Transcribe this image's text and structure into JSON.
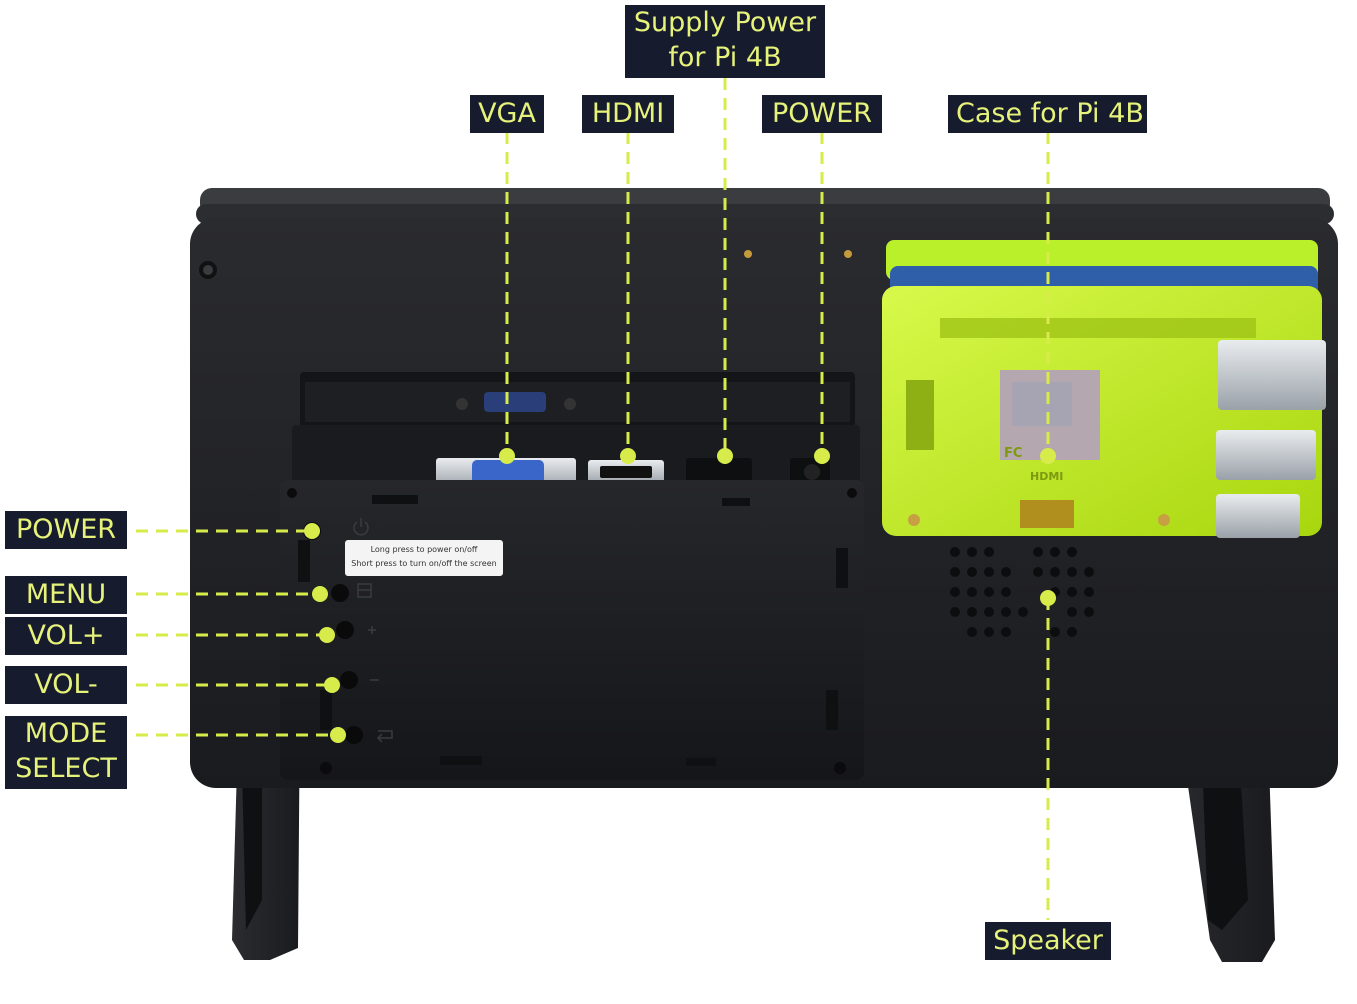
{
  "callouts": {
    "supply_power_line1": "Supply Power",
    "supply_power_line2": "for Pi 4B",
    "vga": "VGA",
    "hdmi": "HDMI",
    "power_top": "POWER",
    "case": "Case for Pi 4B",
    "power_side": "POWER",
    "menu": "MENU",
    "vol_plus": "VOL+",
    "vol_minus": "VOL-",
    "mode_line1": "MODE",
    "mode_line2": "SELECT",
    "speaker": "Speaker"
  },
  "device_labels": {
    "note_line1": "Long press to power on/off",
    "note_line2": "Short press to turn on/off the screen",
    "case_text_hdmi": "HDMI",
    "case_text_fc": "FC"
  },
  "colors": {
    "callout_bg": "#161b2e",
    "callout_text": "#e6f27a",
    "leader_line": "#d7ec4a",
    "case_green": "#c6f21c",
    "panel_black": "#1c1d20"
  },
  "icons": {
    "power_button_symbol": "power-icon",
    "menu_button_symbol": "menu-icon",
    "vol_plus_symbol": "plus-icon",
    "vol_minus_symbol": "minus-icon",
    "mode_symbol": "return-arrow-icon"
  }
}
